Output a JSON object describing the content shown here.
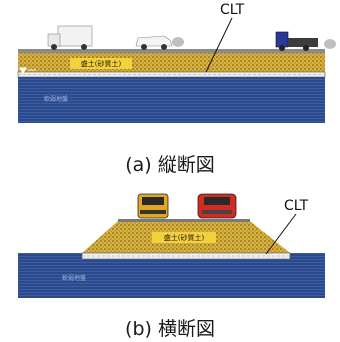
{
  "figure_a": {
    "caption": "(a) 縦断図",
    "callout": "CLT",
    "fill_label": "盛土(砂質土)",
    "ground_label": "軟弱地盤"
  },
  "figure_b": {
    "caption": "(b) 横断図",
    "callout": "CLT",
    "fill_label": "盛土(砂質土)",
    "ground_label": "軟弱地盤"
  },
  "colors": {
    "fill_sand": "#d9b340",
    "soft_ground": "#2f4d8c",
    "label_box": "#f2cf3a",
    "clt_layer": "#f1f1f1"
  }
}
